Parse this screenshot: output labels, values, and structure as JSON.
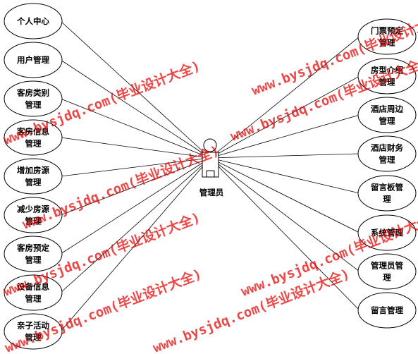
{
  "actor": {
    "name": "管理员"
  },
  "left_use_cases": [
    {
      "lines": [
        "个人中心"
      ]
    },
    {
      "lines": [
        "用户管理"
      ]
    },
    {
      "lines": [
        "客房类别",
        "管理"
      ]
    },
    {
      "lines": [
        "客房信息",
        "管理"
      ]
    },
    {
      "lines": [
        "增加房源",
        "管理"
      ]
    },
    {
      "lines": [
        "减少房源",
        "管理"
      ]
    },
    {
      "lines": [
        "客房预定",
        "管理"
      ]
    },
    {
      "lines": [
        "设备信息",
        "管理"
      ]
    },
    {
      "lines": [
        "亲子活动",
        "管理"
      ]
    }
  ],
  "right_use_cases": [
    {
      "lines": [
        "门票预定",
        "管理"
      ]
    },
    {
      "lines": [
        "房型介绍",
        "管理"
      ]
    },
    {
      "lines": [
        "酒店周边",
        "管理"
      ]
    },
    {
      "lines": [
        "酒店财务",
        "管理"
      ]
    },
    {
      "lines": [
        "留言板管",
        "理"
      ]
    },
    {
      "lines": [
        "系统管理"
      ]
    },
    {
      "lines": [
        "管理员管",
        "理"
      ]
    },
    {
      "lines": [
        "留言管理"
      ]
    }
  ],
  "watermark": {
    "text": "www.bysjdq.com(毕业设计大全)",
    "color": "#e40000"
  }
}
